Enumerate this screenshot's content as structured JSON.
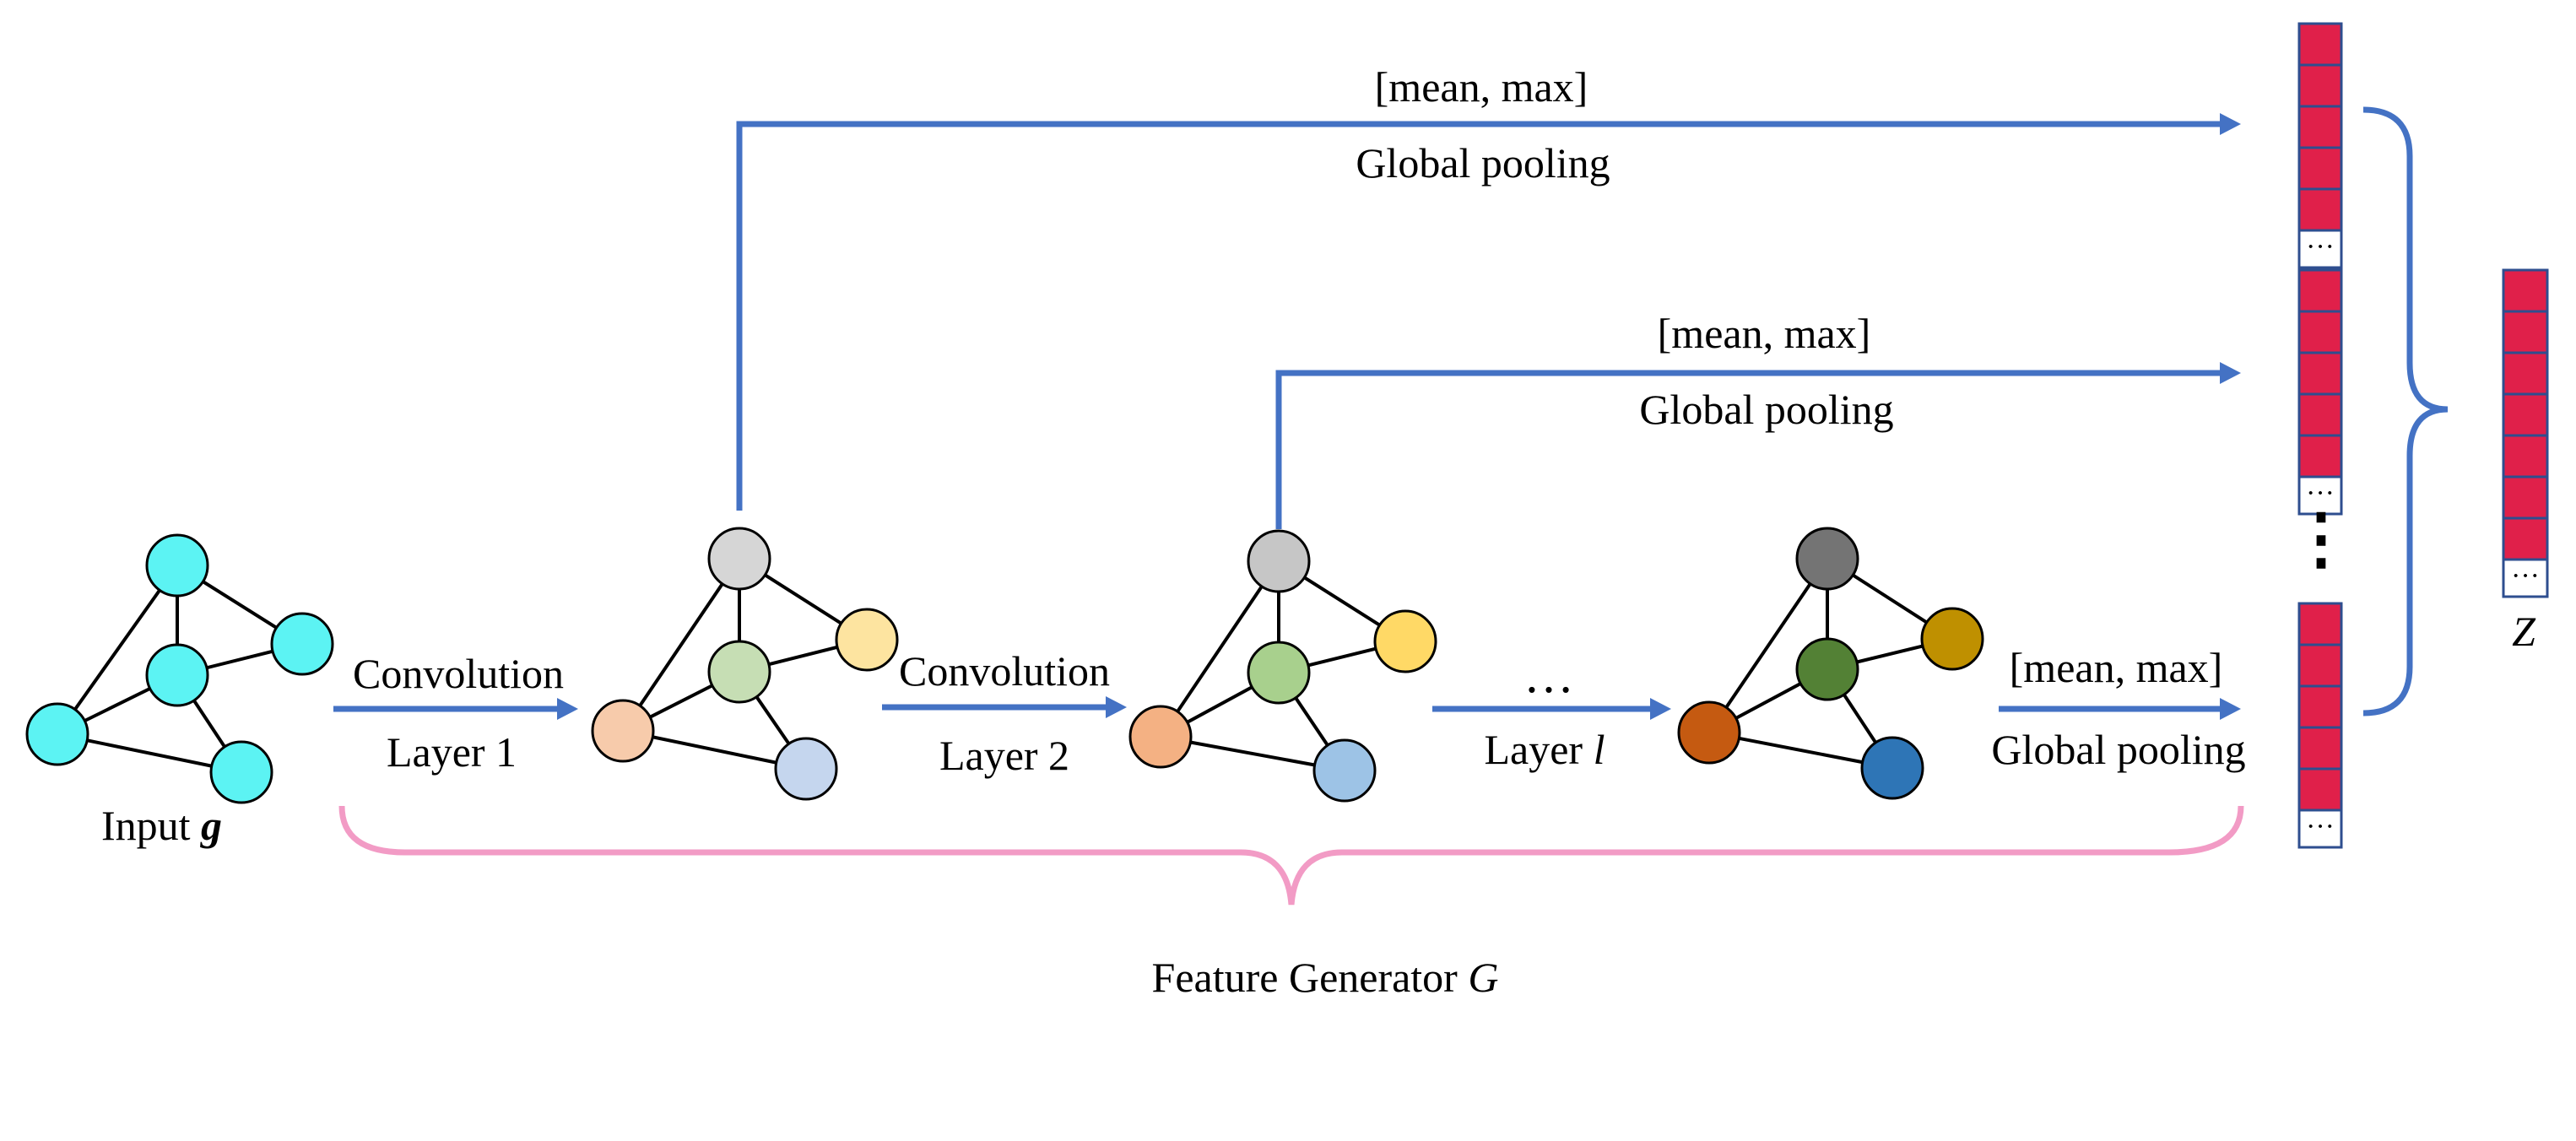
{
  "diagram": {
    "input_label": "Input ",
    "input_symbol": "g",
    "conv1": {
      "top": "Convolution",
      "bottom": "Layer 1"
    },
    "conv2": {
      "top": "Convolution",
      "bottom": "Layer 2"
    },
    "ellipsis": "…",
    "layer_l": {
      "prefix": "Layer ",
      "symbol": "l"
    },
    "pool_top": {
      "top": "[mean, max]",
      "bottom": "Global pooling"
    },
    "pool_mid": {
      "top": "[mean, max]",
      "bottom": "Global pooling"
    },
    "pool_bottom": {
      "top": "[mean, max]",
      "bottom": "Global pooling"
    },
    "vector_dots": "···",
    "vertical_dots": "⋮",
    "z_label": "Z",
    "feature_generator": {
      "prefix": "Feature Generator ",
      "symbol": "G"
    },
    "colors": {
      "arrow": "#4472C4",
      "brace_pink": "#F29BC5",
      "vector_red": "#E0204A",
      "vector_border": "#2E4E8F",
      "graph0_node": "#5CF3F3",
      "graph1_nodes": [
        "#D6D6D6",
        "#C6DEB4",
        "#FDE4A0",
        "#F7CBAB",
        "#C5D6EE"
      ],
      "graph2_nodes": [
        "#C6C6C6",
        "#A8D08D",
        "#FFD966",
        "#F4B183",
        "#9DC3E6"
      ],
      "graph3_nodes": [
        "#747474",
        "#538135",
        "#BF9000",
        "#C55A11",
        "#2E75B6"
      ]
    }
  }
}
